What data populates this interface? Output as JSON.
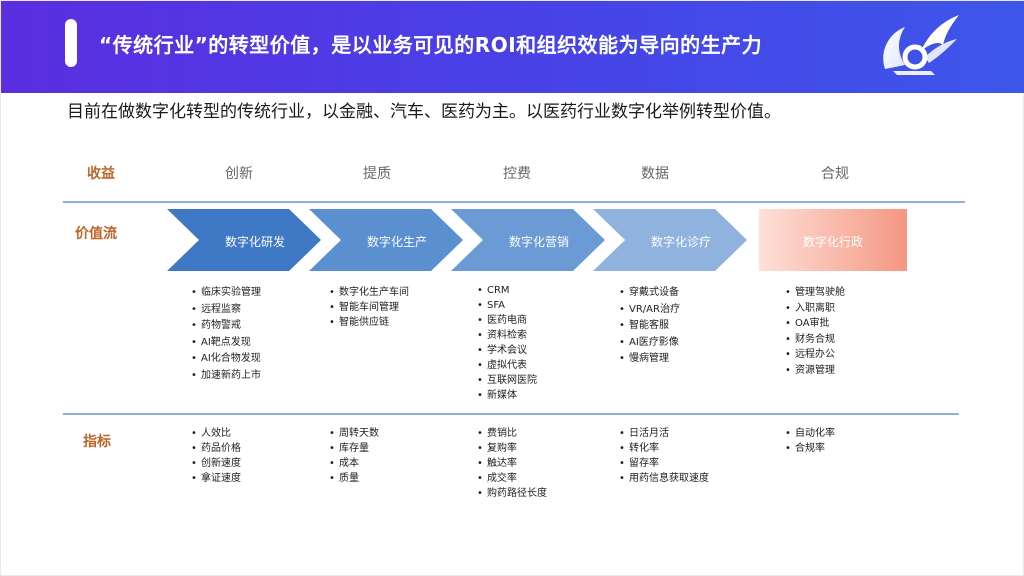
{
  "header": {
    "title": "“传统行业”的转型价值，是以业务可见的ROI和组织效能为导向的生产力"
  },
  "subtitle": "目前在做数字化转型的传统行业，以金融、汽车、医药为主。以医药行业数字化举例转型价值。",
  "row_labels": {
    "gain": "收益",
    "value_stream": "价值流",
    "metrics": "指标"
  },
  "gains": [
    "创新",
    "提质",
    "控费",
    "数据",
    "合规"
  ],
  "chevrons": [
    "数字化研发",
    "数字化生产",
    "数字化营销",
    "数字化诊疗",
    "数字化行政"
  ],
  "colors": {
    "header_start": "#5b2ee0",
    "header_end": "#3d56ea",
    "chevron_1": "#3f78c4",
    "chevron_2": "#5a8fd0",
    "chevron_3": "#6c9ad4",
    "chevron_4": "#8fb2df",
    "chevron_5": "#f6a794",
    "row_label": "#c0652a",
    "divider": "#8fb0d8"
  },
  "features": [
    [
      "临床实验管理",
      "远程监察",
      "药物警戒",
      "AI靶点发现",
      "AI化合物发现",
      "加速新药上市"
    ],
    [
      "数字化生产车间",
      "智能车间管理",
      "智能供应链"
    ],
    [
      "CRM",
      "SFA",
      "医药电商",
      "资料检索",
      "学术会议",
      "虚拟代表",
      "互联网医院",
      "新媒体"
    ],
    [
      "穿戴式设备",
      "VR/AR治疗",
      "智能客服",
      "AI医疗影像",
      "慢病管理"
    ],
    [
      "管理驾驶舱",
      "入职离职",
      "OA审批",
      "财务合规",
      "远程办公",
      "资源管理"
    ]
  ],
  "metrics": [
    [
      "人效比",
      "药品价格",
      "创新速度",
      "拿证速度"
    ],
    [
      "周转天数",
      "库存量",
      "成本",
      "质量"
    ],
    [
      "费销比",
      "复购率",
      "触达率",
      "成交率",
      "购药路径长度"
    ],
    [
      "日活月活",
      "转化率",
      "留存率",
      "用药信息获取速度"
    ],
    [
      "自动化率",
      "合规率"
    ]
  ]
}
